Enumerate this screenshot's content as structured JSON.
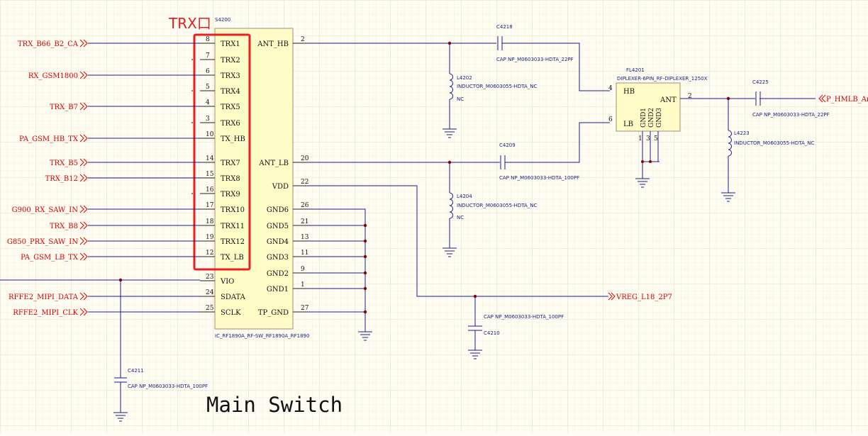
{
  "title": "Main Switch",
  "annotation": {
    "trx": "TRX口"
  },
  "ic": {
    "ref": "S4200",
    "part": "IC_RF1890A_RF-SW_RF1890A_RF1890",
    "left_pins": [
      {
        "num": "8",
        "name": "TRX1",
        "net": "TRX_B66_B2_CA"
      },
      {
        "num": "7",
        "name": "TRX2",
        "net": ""
      },
      {
        "num": "6",
        "name": "TRX3",
        "net": "RX_GSM1800"
      },
      {
        "num": "5",
        "name": "TRX4",
        "net": ""
      },
      {
        "num": "4",
        "name": "TRX5",
        "net": "TRX_B7"
      },
      {
        "num": "3",
        "name": "TRX6",
        "net": ""
      },
      {
        "num": "10",
        "name": "TX_HB",
        "net": "PA_GSM_HB_TX"
      },
      {
        "num": "14",
        "name": "TRX7",
        "net": "TRX_B5"
      },
      {
        "num": "15",
        "name": "TRX8",
        "net": "TRX_B12"
      },
      {
        "num": "16",
        "name": "TRX9",
        "net": ""
      },
      {
        "num": "17",
        "name": "TRX10",
        "net": "G900_RX_SAW_IN"
      },
      {
        "num": "18",
        "name": "TRX11",
        "net": "TRX_B8"
      },
      {
        "num": "19",
        "name": "TRX12",
        "net": "G850_PRX_SAW_IN"
      },
      {
        "num": "12",
        "name": "TX_LB",
        "net": "PA_GSM_LB_TX"
      },
      {
        "num": "23",
        "name": "VIO",
        "net": ""
      },
      {
        "num": "24",
        "name": "SDATA",
        "net": "RFFE2_MIPI_DATA"
      },
      {
        "num": "25",
        "name": "SCLK",
        "net": "RFFE2_MIPI_CLK"
      }
    ],
    "right_pins": [
      {
        "num": "2",
        "name": "ANT_HB"
      },
      {
        "num": "20",
        "name": "ANT_LB"
      },
      {
        "num": "22",
        "name": "VDD"
      },
      {
        "num": "26",
        "name": "GND6"
      },
      {
        "num": "21",
        "name": "GND5"
      },
      {
        "num": "13",
        "name": "GND4"
      },
      {
        "num": "11",
        "name": "GND3"
      },
      {
        "num": "9",
        "name": "GND2"
      },
      {
        "num": "1",
        "name": "GND1"
      },
      {
        "num": "27",
        "name": "TP_GND"
      }
    ]
  },
  "parts": {
    "c4218": {
      "ref": "C4218",
      "value": "CAP NP_M0603033-HDTA_22PF"
    },
    "c4209": {
      "ref": "C4209",
      "value": "CAP NP_M0603033-HDTA_100PF"
    },
    "c4210": {
      "ref": "C4210",
      "value": "CAP NP_M0603033-HDTA_100PF"
    },
    "c4211": {
      "ref": "C4211",
      "value": "CAP NP_M0603033-HDTA_100PF"
    },
    "c4225": {
      "ref": "C4225",
      "value": "CAP NP_M0603033-HDTA_22PF"
    },
    "l4202": {
      "ref": "L4202",
      "value": "INDUCTOR_M0603055-HDTA_NC",
      "nc": "NC"
    },
    "l4204": {
      "ref": "L4204",
      "value": "INDUCTOR_M0603055-HDTA_NC",
      "nc": "NC"
    },
    "l4223": {
      "ref": "L4223",
      "value": "INDUCTOR_M0603055-HDTA_NC"
    },
    "fl4201": {
      "ref": "FL4201",
      "value": "DIPLEXER-6PIN_RF-DIPLEXER_1250X",
      "hb": "HB",
      "lb": "LB",
      "ant": "ANT",
      "gnd1": "GND1",
      "gnd2": "GND2",
      "gnd3": "GND3",
      "p4": "4",
      "p6": "6",
      "p2": "2",
      "p1": "1",
      "p3": "3",
      "p5": "5"
    }
  },
  "nets": {
    "vreg": "VREG_L18_2P7",
    "ant": "P_HMLB_Ant"
  }
}
